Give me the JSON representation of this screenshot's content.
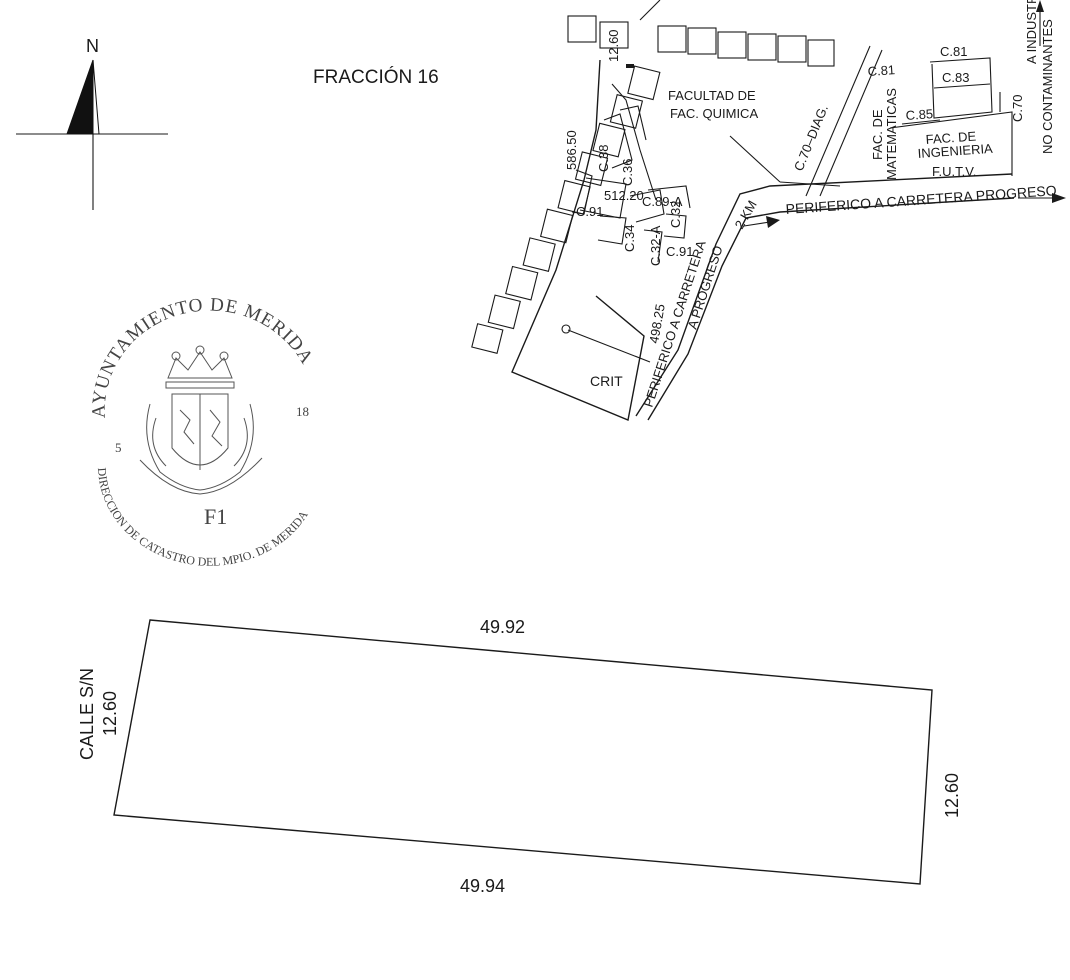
{
  "title": "FRACCIÓN 16",
  "north": {
    "label": "N"
  },
  "location_map": {
    "labels": {
      "c81_top": "C.81",
      "c81_left": "C.81",
      "c83": "C.83",
      "c85": "C.85",
      "c70": "C.70",
      "c70_diag": "C.70–DIAG.",
      "industrias_1": "A INDUSTRIAS",
      "industrias_2": "NO CONTAMINANTES",
      "fac_mat_1": "FAC. DE",
      "fac_mat_2": "MATEMATICAS",
      "fac_ing_1": "FAC. DE",
      "fac_ing_2": "INGENIERIA",
      "futv": "F.U.T.V.",
      "facultad_quimica_1": "FACULTAD DE",
      "facultad_quimica_2": "FAC. QUIMICA",
      "periferico_progreso": "PERIFERICO A CARRETERA PROGRESO",
      "two_km": "2 KM",
      "periferico_carretera_1": "PERIFERICO A CARRETERA",
      "periferico_carretera_2": "A PROGRESO",
      "d1260": "12.60",
      "d58650": "586.50",
      "d51220": "512.20",
      "d49825": "498.25",
      "c38": "C.38",
      "c36": "C.36",
      "c89a": "C.89-A",
      "c32": "C.32",
      "c32a": "C.32-A",
      "c91_left": "C.91",
      "c91_right": "C.91",
      "c34": "C.34",
      "crit": "CRIT"
    }
  },
  "seal": {
    "top_text": "AYUNTAMIENTO DE MERIDA",
    "bottom_text": "DIRECCION DE CATASTRO DEL MPIO. DE MERIDA",
    "num_left": "5",
    "num_right": "18",
    "code": "F1"
  },
  "lot": {
    "street": "CALLE S/N",
    "left_side": "12.60",
    "top_side": "49.92",
    "right_side": "12.60",
    "bottom_side": "49.94"
  }
}
